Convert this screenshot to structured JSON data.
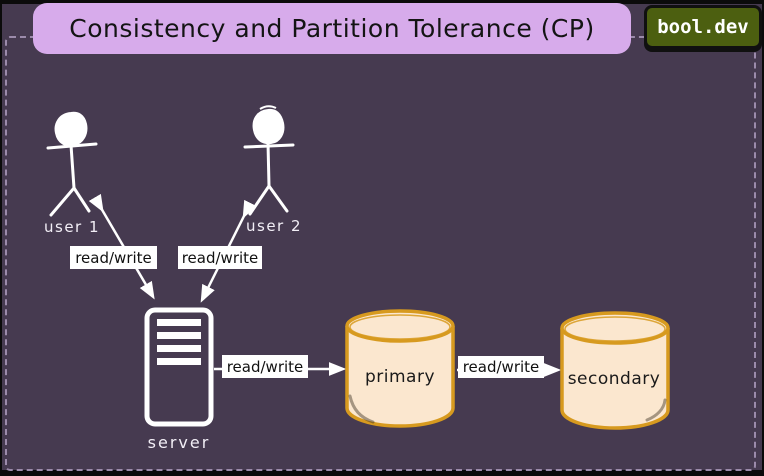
{
  "header": {
    "title": "Consistency and Partition Tolerance (CP)",
    "brand_badge": "bool.dev"
  },
  "diagram": {
    "nodes": {
      "user1": {
        "label": "user 1",
        "type": "actor"
      },
      "user2": {
        "label": "user 2",
        "type": "actor"
      },
      "server": {
        "label": "server",
        "type": "server"
      },
      "primary": {
        "label": "primary",
        "type": "database"
      },
      "secondary": {
        "label": "secondary",
        "type": "database"
      }
    },
    "edges": [
      {
        "from": "user1",
        "to": "server",
        "label": "read/write",
        "direction": "bidirectional"
      },
      {
        "from": "user2",
        "to": "server",
        "label": "read/write",
        "direction": "bidirectional"
      },
      {
        "from": "server",
        "to": "primary",
        "label": "read/write",
        "direction": "forward"
      },
      {
        "from": "primary",
        "to": "secondary",
        "label": "read/write",
        "direction": "forward"
      }
    ]
  },
  "colors": {
    "canvas_background": "#463a50",
    "frame_border": "#0b0b0b",
    "dashed_border": "#9c8bab",
    "title_background": "#d7abeb",
    "title_text": "#141414",
    "badge_background": "#4c5f10",
    "badge_text": "#ffffff",
    "line_color": "#ffffff",
    "edge_label_background": "#ffffff",
    "edge_label_text": "#111111",
    "database_fill": "#fbe7cf",
    "database_stroke": "#d79a1f"
  }
}
